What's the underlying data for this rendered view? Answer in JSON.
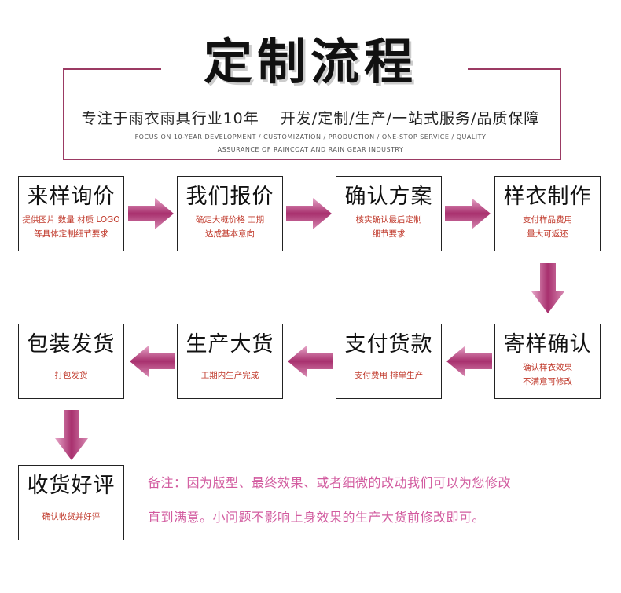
{
  "header": {
    "title": "定制流程",
    "subtitle": "专注于雨衣雨具行业10年　 开发/定制/生产/一站式服务/品质保障",
    "english_line1": "FOCUS ON 10-YEAR DEVELOPMENT / CUSTOMIZATION / PRODUCTION / ONE-STOP SERVICE / QUALITY",
    "english_line2": "ASSURANCE OF RAINCOAT AND RAIN GEAR INDUSTRY"
  },
  "steps": [
    {
      "title": "来样询价",
      "desc1": "提供图片 数量 材质 LOGO",
      "desc2": "等具体定制细节要求"
    },
    {
      "title": "我们报价",
      "desc1": "确定大概价格 工期",
      "desc2": "达成基本意向"
    },
    {
      "title": "确认方案",
      "desc1": "核实确认最后定制",
      "desc2": "细节要求"
    },
    {
      "title": "样衣制作",
      "desc1": "支付样品费用",
      "desc2": "量大可返还"
    },
    {
      "title": "寄样确认",
      "desc1": "确认样衣效果",
      "desc2": "不满意可修改"
    },
    {
      "title": "支付货款",
      "desc1": "支付费用 排单生产",
      "desc2": ""
    },
    {
      "title": "生产大货",
      "desc1": "工期内生产完成",
      "desc2": ""
    },
    {
      "title": "包装发货",
      "desc1": "打包发货",
      "desc2": ""
    },
    {
      "title": "收货好评",
      "desc1": "确认收货并好评",
      "desc2": ""
    }
  ],
  "note": {
    "line1": "备注：因为版型、最终效果、或者细微的改动我们可以为您修改",
    "line2": "直到满意。小问题不影响上身效果的生产大货前修改即可。"
  },
  "colors": {
    "accent": "#9b3a63",
    "arrow": "#b03a78",
    "desc_text": "#c0392b",
    "note_text": "#d25b9f"
  }
}
